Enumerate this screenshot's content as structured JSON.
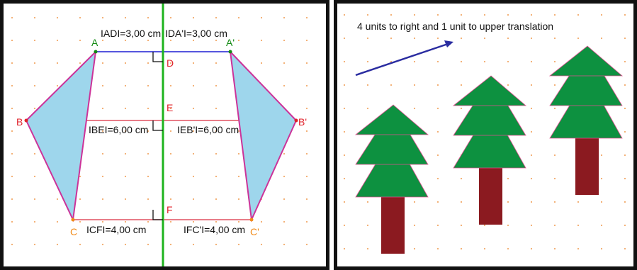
{
  "left_figure": {
    "points": {
      "A": "A",
      "A_prime": "A'",
      "B": "B",
      "B_prime": "B'",
      "C": "C",
      "C_prime": "C'",
      "D": "D",
      "E": "E",
      "F": "F"
    },
    "measurements": {
      "AD": "IADI=3,00 cm",
      "DA_prime": "IDA'I=3,00 cm",
      "BE": "IBEI=6,00 cm",
      "EB_prime": "IEB'I=6,00 cm",
      "CF": "ICFI=4,00 cm",
      "FC_prime": "IFC'I=4,00 cm"
    },
    "colors": {
      "axis": "#1db31d",
      "triangle_fill": "#9ed6ec",
      "triangle_stroke": "#cc3399",
      "segment": "#5555dd",
      "horizontal_lines": "#e05060",
      "label_green": "#128a12",
      "label_red": "#e0202a",
      "label_orange": "#f08a18",
      "grid_dots": "#f2a96a"
    }
  },
  "right_figure": {
    "caption": "4 units to right and 1 unit to upper translation",
    "colors": {
      "foliage": "#0d9140",
      "trunk": "#8b1a20",
      "arrow": "#2a2ca0",
      "grid_dots": "#f2a96a"
    }
  }
}
